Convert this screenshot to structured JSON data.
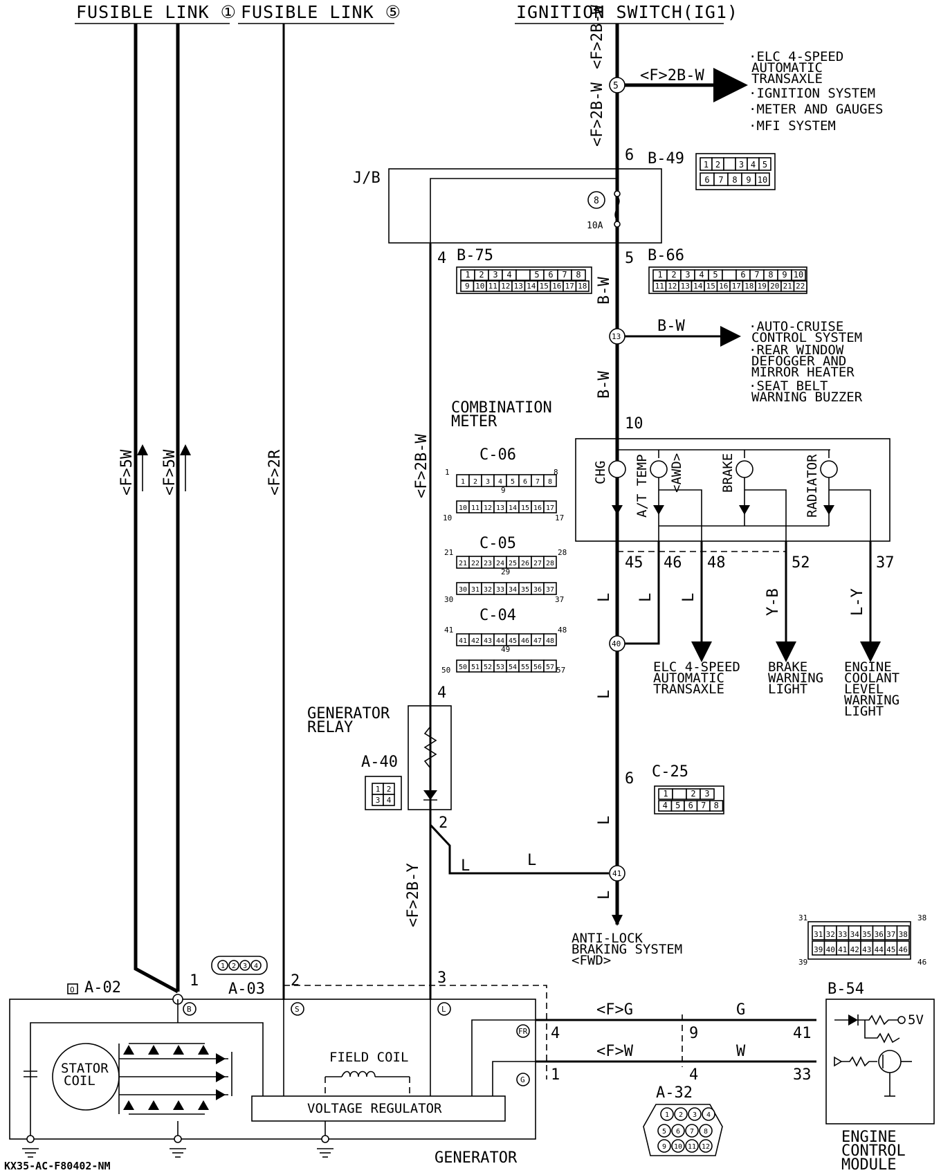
{
  "headers": {
    "fusible_link_1": "FUSIBLE LINK ①",
    "fusible_link_5": "FUSIBLE LINK ⑤",
    "ignition_switch": "IGNITION SWITCH(IG1)"
  },
  "wire_colors": {
    "f_5w": "<F>5W",
    "f_2r": "<F>2R",
    "f_2bw": "<F>2B-W",
    "f_2by": "<F>2B-Y",
    "bw": "B-W",
    "l": "L",
    "yb": "Y-B",
    "ly": "L-Y",
    "f_g": "<F>G",
    "f_w": "<F>W",
    "g": "G",
    "w": "W"
  },
  "destinations": {
    "top_right": [
      "·ELC 4-SPEED",
      "AUTOMATIC",
      "TRANSAXLE",
      "·IGNITION SYSTEM",
      "·METER AND GAUGES",
      "·MFI SYSTEM"
    ],
    "middle_right": [
      "·AUTO-CRUISE",
      "CONTROL SYSTEM",
      "·REAR WINDOW",
      "DEFOGGER AND",
      "MIRROR HEATER",
      "·SEAT BELT",
      "WARNING BUZZER"
    ],
    "elc": [
      "ELC 4-SPEED",
      "AUTOMATIC",
      "TRANSAXLE"
    ],
    "brake": [
      "BRAKE",
      "WARNING",
      "LIGHT"
    ],
    "coolant": [
      "ENGINE",
      "COOLANT",
      "LEVEL",
      "WARNING",
      "LIGHT"
    ],
    "abs": [
      "ANTI-LOCK",
      "BRAKING SYSTEM",
      "<FWD>"
    ]
  },
  "connectors": {
    "jb": "J/B",
    "b49": "B-49",
    "b75": "B-75",
    "b66": "B-66",
    "c06": "C-06",
    "c05": "C-05",
    "c04": "C-04",
    "c25": "C-25",
    "a40": "A-40",
    "a02": "A-02",
    "a03": "A-03",
    "a32": "A-32",
    "b54": "B-54"
  },
  "connector_pins": {
    "b49": [
      "1",
      "2",
      "",
      "3",
      "4",
      "5",
      "6",
      "7",
      "8",
      "9",
      "10"
    ],
    "b75_row1": [
      "1",
      "2",
      "3",
      "4",
      "",
      "5",
      "6",
      "7",
      "8"
    ],
    "b75_row2": [
      "9",
      "10",
      "11",
      "12",
      "13",
      "14",
      "15",
      "16",
      "17",
      "18"
    ],
    "b66_row1": [
      "1",
      "2",
      "3",
      "4",
      "5",
      "",
      "6",
      "7",
      "8",
      "9",
      "10"
    ],
    "b66_row2": [
      "11",
      "12",
      "13",
      "14",
      "15",
      "16",
      "17",
      "18",
      "19",
      "20",
      "21",
      "22"
    ],
    "c06_row1": [
      "1",
      "2",
      "3",
      "4",
      "5",
      "6",
      "7",
      "8"
    ],
    "c06_row2": [
      "10",
      "11",
      "12",
      "13",
      "14",
      "15",
      "16",
      "17"
    ],
    "c05_row1": [
      "21",
      "22",
      "23",
      "24",
      "25",
      "26",
      "27",
      "28"
    ],
    "c05_row2": [
      "30",
      "31",
      "32",
      "33",
      "34",
      "35",
      "36",
      "37"
    ],
    "c04_row1": [
      "41",
      "42",
      "43",
      "44",
      "45",
      "46",
      "47",
      "48"
    ],
    "c04_row2": [
      "50",
      "51",
      "52",
      "53",
      "54",
      "55",
      "56",
      "57"
    ],
    "c25_row1": [
      "1",
      "",
      "2",
      "3"
    ],
    "c25_row2": [
      "4",
      "5",
      "6",
      "7",
      "8"
    ],
    "a40": [
      "1",
      "2",
      "3",
      "4"
    ],
    "a03": [
      "1",
      "2",
      "3",
      "4"
    ],
    "ecm_row1": [
      "31",
      "32",
      "33",
      "34",
      "35",
      "36",
      "37",
      "38"
    ],
    "ecm_row2": [
      "39",
      "40",
      "41",
      "42",
      "43",
      "44",
      "45",
      "46"
    ],
    "a32": [
      "1",
      "2",
      "3",
      "4",
      "5",
      "6",
      "7",
      "8",
      "9",
      "10",
      "11",
      "12"
    ]
  },
  "pin_numbers": {
    "p5_top": "5",
    "p6": "6",
    "p4_b75": "4",
    "p5_b66": "5",
    "p13": "13",
    "p10": "10",
    "p45": "45",
    "p46": "46",
    "p48": "48",
    "p52": "52",
    "p37": "37",
    "p40": "40",
    "p4_relay": "4",
    "p2_relay": "2",
    "p6_c25": "6",
    "p41": "41",
    "p1": "1",
    "p2": "2",
    "p3": "3",
    "p4_g": "4",
    "p1_g": "1",
    "p9": "9",
    "p4_m": "4",
    "p41_ecm": "41",
    "p33_ecm": "33",
    "c06_l1": "1",
    "c06_r1": "8",
    "c06_mid": "9",
    "c06_l2": "10",
    "c06_r2": "17",
    "c05_l1": "21",
    "c05_r1": "28",
    "c05_mid": "29",
    "c05_l2": "30",
    "c05_r2": "37",
    "c04_l1": "41",
    "c04_r1": "48",
    "c04_mid": "49",
    "c04_l2": "50",
    "c04_r2": "57",
    "ecm_tl": "31",
    "ecm_tr": "38",
    "ecm_bl": "39",
    "ecm_br": "46"
  },
  "labels": {
    "fuse_no": "8",
    "fuse_rating": "10A",
    "combination_meter": [
      "COMBINATION",
      "METER"
    ],
    "generator_relay": [
      "GENERATOR",
      "RELAY"
    ],
    "chg": "CHG",
    "at_temp": "A/T TEMP",
    "awd": "<AWD>",
    "brake": "BRAKE",
    "radiator": "RADIATOR",
    "stator_coil": [
      "STATOR",
      "COIL"
    ],
    "field_coil": "FIELD COIL",
    "voltage_regulator": "VOLTAGE REGULATOR",
    "generator": "GENERATOR",
    "ecm": [
      "ENGINE",
      "CONTROL",
      "MODULE"
    ],
    "five_v": "5V",
    "gen_b": "B",
    "gen_s": "S",
    "gen_l": "L",
    "gen_fr": "FR",
    "gen_g": "G",
    "a02_mark": "O",
    "diagram_code": "KX35-AC-F80402-NM"
  }
}
